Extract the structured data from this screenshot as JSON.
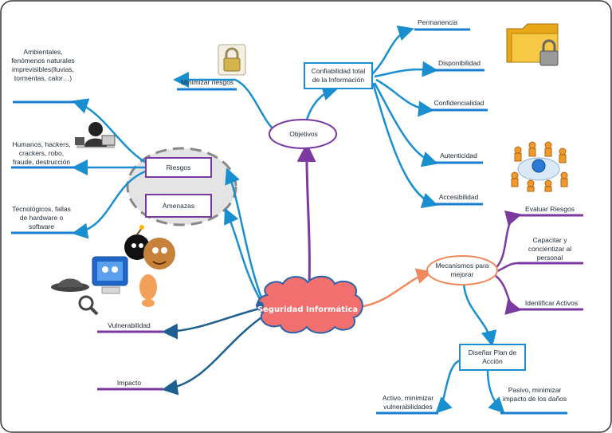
{
  "center": {
    "label": "Seguridad Informática"
  },
  "objetivos": {
    "label": "Objetivos",
    "minimizar": "Minimizar riesgos",
    "confiabilidad": "Confiabilidad total de la Información",
    "items": [
      "Permanencia",
      "Disponibilidad",
      "Confidencialidad",
      "Autenticidad",
      "Accesibilidad"
    ]
  },
  "riesgos": {
    "label": "Riesgos",
    "items": [
      "Ambientales, fenómenos naturales imprevisibles(lluvias, tormentas, calor…)",
      "Humanos, hackers, crackers, robo, fraude, destrucción",
      "Tecnológicos, fallas de hardware o software"
    ]
  },
  "amenazas": {
    "label": "Amenazas"
  },
  "vulnerabilidad": {
    "label": "Vulnerabilidad"
  },
  "impacto": {
    "label": "Impacto"
  },
  "mecanismos": {
    "label": "Mecanismos para mejorar",
    "items": [
      "Evaluar Riesgos",
      "Capacitar y concientizar al personal",
      "Identificar Activos"
    ],
    "plan": "Diseñar Plan de Acción",
    "plan_items": [
      "Activo, minimizar vulnerabilidades",
      "Pasivo, minimizar impacto de los daños"
    ]
  },
  "colors": {
    "blue": "#1a8fd0",
    "dark_blue": "#1d5f8f",
    "purple": "#7b3aa0",
    "orange": "#f08a5d",
    "cloud_fill": "#f26f6f",
    "cloud_stroke": "#2c62a8",
    "underline_blue": "#1a7fd1"
  }
}
